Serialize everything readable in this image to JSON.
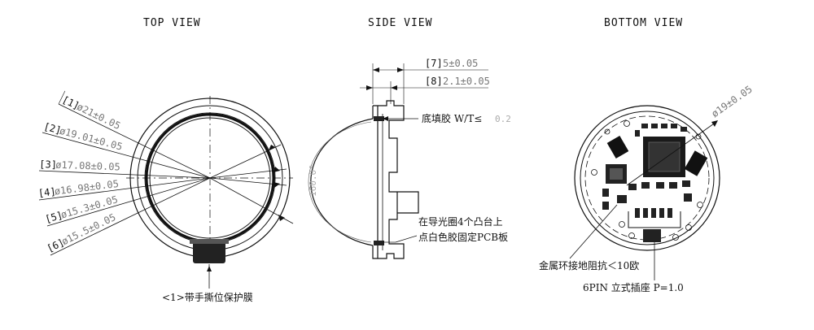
{
  "titles": {
    "top": "TOP VIEW",
    "side": "SIDE VIEW",
    "bottom": "BOTTOM VIEW"
  },
  "top_view": {
    "dims": [
      {
        "num": "[1]",
        "val": "ø21±0.05"
      },
      {
        "num": "[2]",
        "val": "ø19.01±0.05"
      },
      {
        "num": "[3]",
        "val": "ø17.08±0.05"
      },
      {
        "num": "[4]",
        "val": "ø16.98±0.05"
      },
      {
        "num": "[5]",
        "val": "ø15.3±0.05"
      },
      {
        "num": "[6]",
        "val": "ø15.5±0.05"
      }
    ],
    "callout": "<1>带手撕位保护膜"
  },
  "side_view": {
    "dims": [
      {
        "num": "[7]",
        "val": "5±0.05"
      },
      {
        "num": "[8]",
        "val": "2.1±0.05"
      }
    ],
    "underfill_label": "底填胶 W/T≤",
    "underfill_value": "0.2",
    "angle_label": "160.0°",
    "note_line1": "在导光圈4个凸台上",
    "note_line2": "点白色胶固定PCB板"
  },
  "bottom_view": {
    "diameter": "ø19±0.05",
    "ground_note": "金属环接地阻抗＜10欧",
    "socket_note": "6PIN 立式插座 P=1.0"
  }
}
